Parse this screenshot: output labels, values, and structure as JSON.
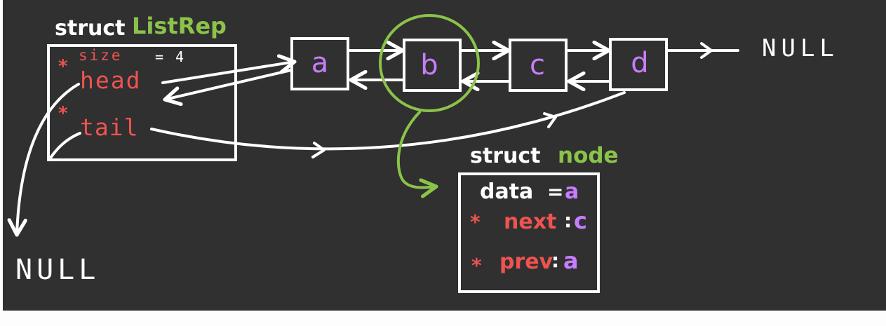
{
  "colors": {
    "background": "#303030",
    "stroke": "#ffffff",
    "struct_name": "#8bc34a",
    "field": "#ef5350",
    "value": "#c77dff",
    "highlight": "#8bc34a"
  },
  "list_rep": {
    "keyword": "struct",
    "name": "ListRep",
    "size_label": "size",
    "size_eq": "=",
    "size_value": "4",
    "head_label": "head",
    "tail_label": "tail",
    "star": "*"
  },
  "nodes": [
    {
      "label": "a"
    },
    {
      "label": "b"
    },
    {
      "label": "c"
    },
    {
      "label": "d"
    }
  ],
  "node_struct": {
    "keyword": "struct",
    "name": "node",
    "data_label": "data",
    "data_eq": "=",
    "data_value": "a",
    "next_label": "next",
    "next_sep": ":",
    "next_value": "c",
    "prev_label": "prev",
    "prev_sep": ":",
    "prev_value": "a",
    "star": "*"
  },
  "null_right": "NULL",
  "null_left": "NULL"
}
